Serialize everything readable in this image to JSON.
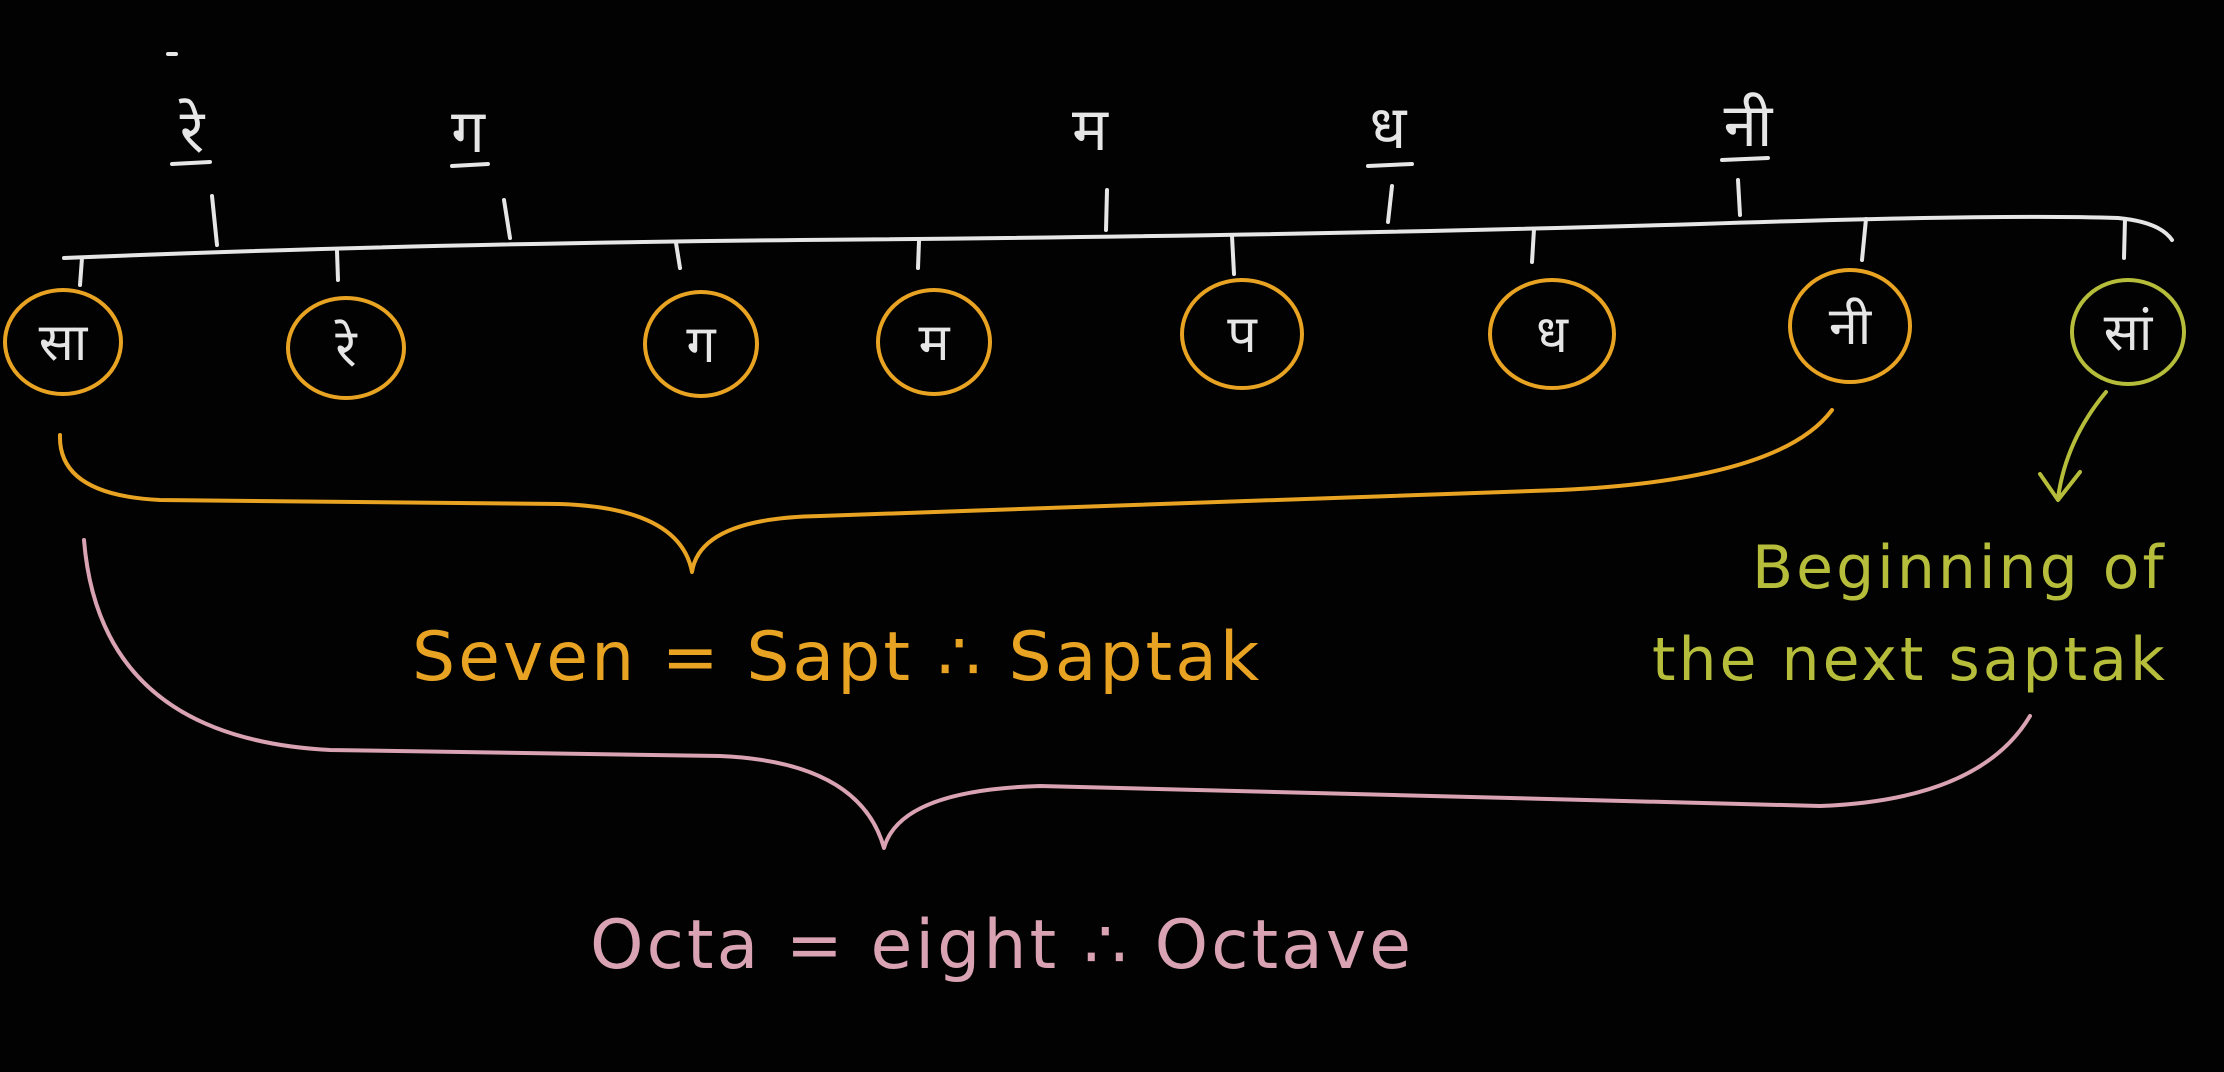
{
  "colors": {
    "background": "#020202",
    "chalk_white": "#e6e6e6",
    "orange": "#e8a323",
    "pink": "#d9a3b4",
    "green": "#b5bd3a"
  },
  "shuddh_notes": [
    {
      "id": "sa",
      "label": "सा"
    },
    {
      "id": "re",
      "label": "रे"
    },
    {
      "id": "ga",
      "label": "ग"
    },
    {
      "id": "ma",
      "label": "म"
    },
    {
      "id": "pa",
      "label": "प"
    },
    {
      "id": "dha",
      "label": "ध"
    },
    {
      "id": "ni",
      "label": "नी"
    },
    {
      "id": "sa-upper",
      "label": "सां"
    }
  ],
  "vikrut_notes": [
    {
      "id": "komal-re",
      "label": "रे"
    },
    {
      "id": "komal-ga",
      "label": "ग"
    },
    {
      "id": "tivra-ma",
      "label": "म"
    },
    {
      "id": "komal-dha",
      "label": "ध"
    },
    {
      "id": "komal-ni",
      "label": "नी"
    }
  ],
  "annotations": {
    "saptak_line": "Seven = Sapt  ∴  Saptak",
    "octave_line": "Octa = eight  ∴  Octave",
    "next_saptak_line1": "Beginning of",
    "next_saptak_line2": "the next saptak"
  }
}
